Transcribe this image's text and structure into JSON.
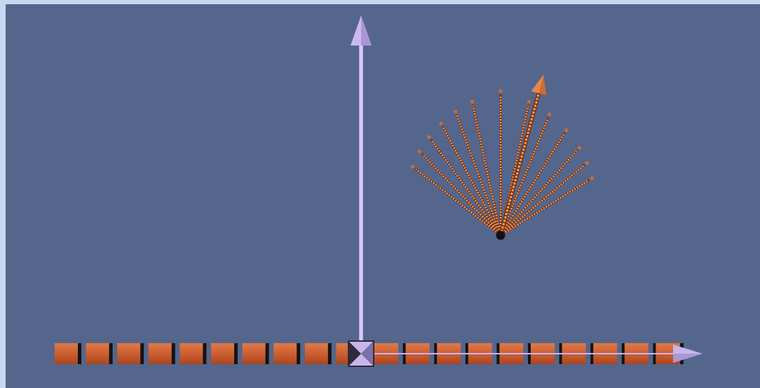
{
  "colors": {
    "page_background": "#c4d9ef",
    "viewport_background": "#55668c",
    "axis": "#c7b5ee",
    "axis_shade": "#8e7fb6",
    "vector": "#d06a2e",
    "vector_light": "#f0a06a",
    "vector_dark": "#7a3412",
    "block": "#cc5f33",
    "block_shadow": "#141414",
    "pivot": "#111111"
  },
  "scene": {
    "horizontal_axis": {
      "icon": "arrow-right-icon"
    },
    "vertical_axis": {
      "icon": "arrow-up-icon"
    },
    "origin_marker": {
      "icon": "hourglass-icon"
    },
    "blocks": {
      "left_count": 10,
      "right_count": 10
    },
    "vector_fan": {
      "ghost_angles_deg": [
        -52,
        -44,
        -36,
        -28,
        -20,
        -12,
        0,
        12,
        22,
        32,
        42,
        50,
        58
      ],
      "main_angle_deg": 15
    }
  }
}
